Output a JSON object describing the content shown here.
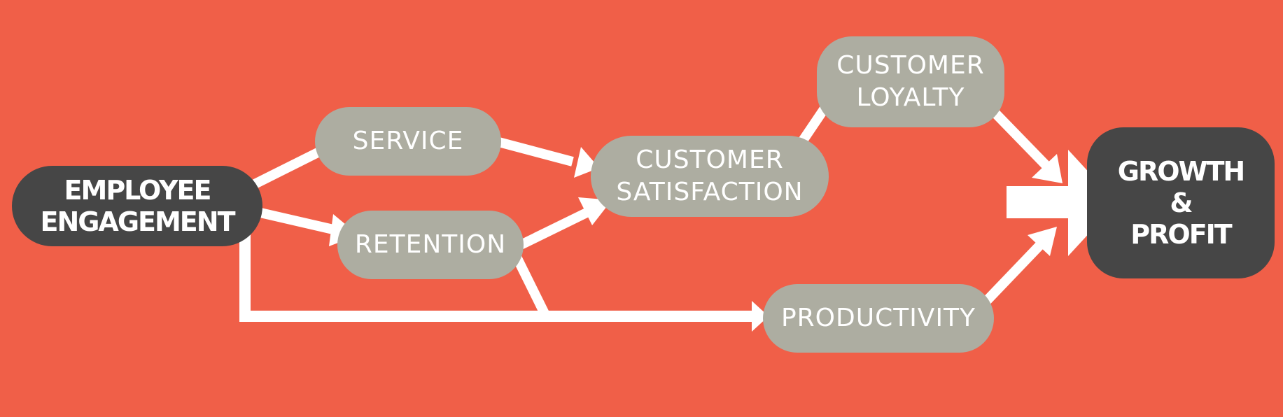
{
  "colors": {
    "background": "#F05F48",
    "dark_node": "#464646",
    "gray_node": "#ADADA1",
    "arrow": "#FFFFFF"
  },
  "nodes": {
    "employee_engagement": {
      "line1": "EMPLOYEE",
      "line2": "ENGAGEMENT"
    },
    "service": {
      "label": "SERVICE"
    },
    "retention": {
      "label": "RETENTION"
    },
    "customer_satisfaction": {
      "line1": "CUSTOMER",
      "line2": "SATISFACTION"
    },
    "customer_loyalty": {
      "line1": "CUSTOMER",
      "line2": "LOYALTY"
    },
    "productivity": {
      "label": "PRODUCTIVITY"
    },
    "growth_profit": {
      "line1": "GROWTH",
      "line2": "&",
      "line3": "PROFIT"
    }
  },
  "edges": [
    {
      "from": "employee_engagement",
      "to": "service"
    },
    {
      "from": "employee_engagement",
      "to": "retention"
    },
    {
      "from": "employee_engagement",
      "to": "productivity"
    },
    {
      "from": "service",
      "to": "customer_satisfaction"
    },
    {
      "from": "retention",
      "to": "customer_satisfaction"
    },
    {
      "from": "retention",
      "to": "productivity"
    },
    {
      "from": "customer_satisfaction",
      "to": "customer_loyalty"
    },
    {
      "from": "customer_loyalty",
      "to": "growth_profit"
    },
    {
      "from": "productivity",
      "to": "growth_profit"
    },
    {
      "from": "diagram_flow",
      "to": "growth_profit"
    }
  ]
}
